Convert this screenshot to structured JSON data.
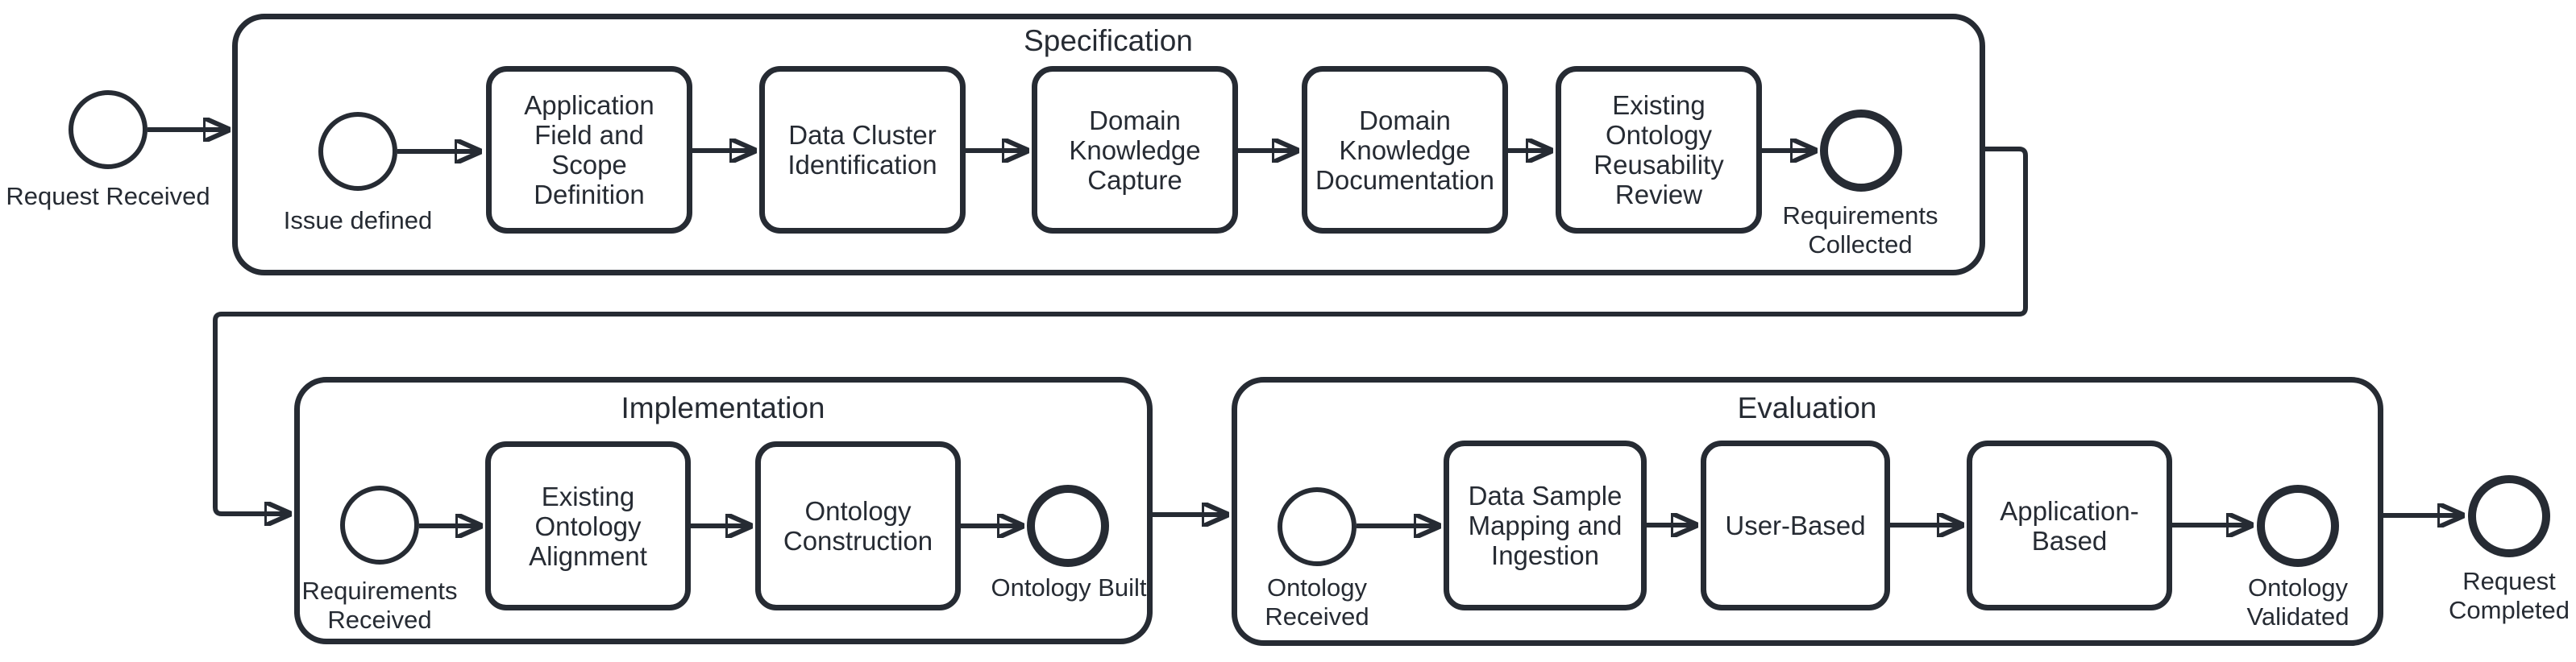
{
  "diagram": {
    "type": "bpmn-process",
    "colors": {
      "stroke": "#262b33",
      "background": "#ffffff",
      "text": "#262b33"
    },
    "outer_events": {
      "request_received": "Request Received",
      "request_completed": "Request Completed"
    },
    "lanes": {
      "specification": {
        "title": "Specification",
        "start_event": "Issue defined",
        "tasks": [
          "Application Field and Scope Definition",
          "Data Cluster Identification",
          "Domain Knowledge Capture",
          "Domain Knowledge Documentation",
          "Existing Ontology Reusability Review"
        ],
        "end_event": "Requirements Collected"
      },
      "implementation": {
        "title": "Implementation",
        "start_event": "Requirements Received",
        "tasks": [
          "Existing Ontology Alignment",
          "Ontology Construction"
        ],
        "end_event": "Ontology Built"
      },
      "evaluation": {
        "title": "Evaluation",
        "start_event": "Ontology Received",
        "tasks": [
          "Data Sample Mapping and Ingestion",
          "User-Based",
          "Application-Based"
        ],
        "end_event": "Ontology Validated"
      }
    }
  }
}
